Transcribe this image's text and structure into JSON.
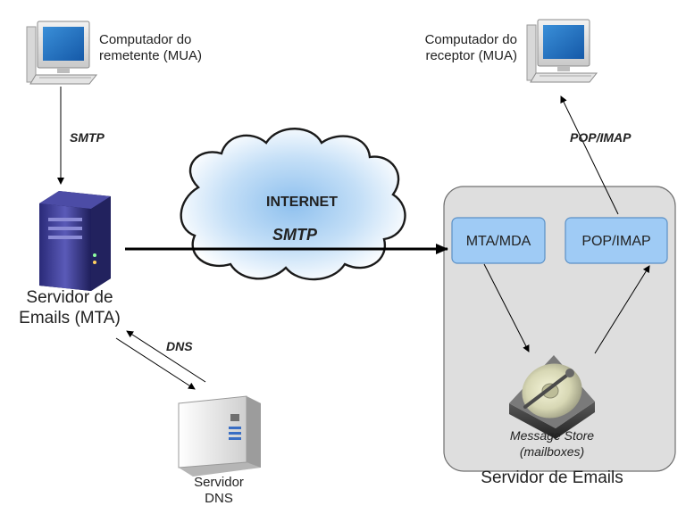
{
  "sender": {
    "line1": "Computador do",
    "line2": "remetente (MUA)",
    "icon": "desktop-computer-icon"
  },
  "receiver": {
    "line1": "Computador do",
    "line2": "receptor (MUA)",
    "icon": "desktop-computer-icon"
  },
  "mta_server": {
    "line1": "Servidor de",
    "line2": "Emails (MTA)",
    "icon": "tower-server-icon"
  },
  "dns_server": {
    "line1": "Servidor",
    "line2": "DNS",
    "icon": "server-icon"
  },
  "internet": {
    "label": "INTERNET",
    "protocol": "SMTP",
    "icon": "cloud-icon"
  },
  "protocols": {
    "smtp_out": "SMTP",
    "pop_imap": "POP/IMAP",
    "dns": "DNS"
  },
  "mail_server": {
    "title": "Servidor de Emails",
    "mta_mda": "MTA/MDA",
    "pop_imap": "POP/IMAP",
    "store_line1": "Message Store",
    "store_line2": "(mailboxes)",
    "icon": "hard-drive-icon"
  },
  "colors": {
    "box_fill": "#dedede",
    "box_stroke": "#707070",
    "node_fill": "#9fcbf5",
    "node_stroke": "#5a90c6",
    "arrow": "#000000",
    "cloud_stroke": "#1a1a1a",
    "cloud_center": "#99c6f0"
  }
}
